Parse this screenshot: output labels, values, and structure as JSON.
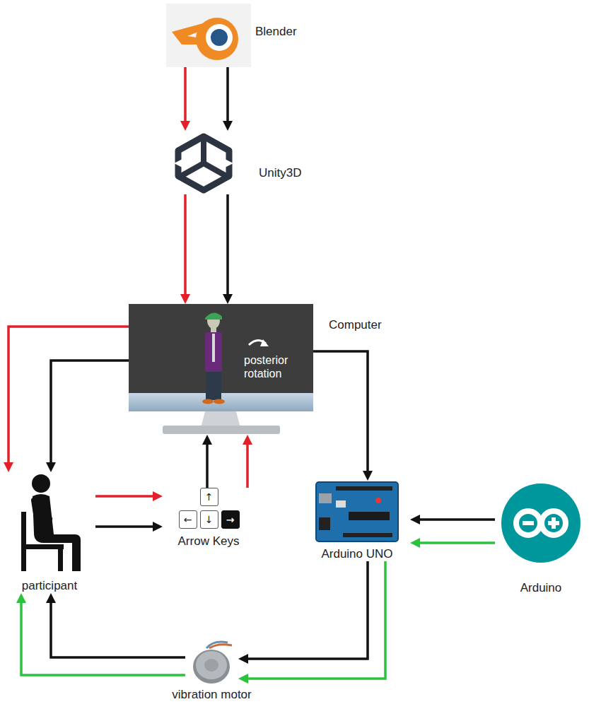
{
  "diagram": {
    "nodes": [
      {
        "text": [
          "Blender"
        ]
      },
      {
        "text": [
          "Unity3D"
        ]
      },
      {
        "text": [
          "Computer"
        ]
      },
      {
        "text": [
          "participant"
        ]
      },
      {
        "text": [
          "Arrow Keys"
        ]
      },
      {
        "text": [
          "Arduino UNO"
        ]
      },
      {
        "text": [
          "Arduino"
        ]
      },
      {
        "text": [
          "vibration motor"
        ]
      }
    ],
    "edges": [
      {
        "from": 0,
        "to": 1,
        "arrow": "to"
      },
      {
        "from": 0,
        "to": 1,
        "arrow": "to"
      },
      {
        "from": 1,
        "to": 2,
        "arrow": "to"
      },
      {
        "from": 1,
        "to": 2,
        "arrow": "to"
      },
      {
        "from": 2,
        "to": 3,
        "arrow": "to"
      },
      {
        "from": 2,
        "to": 3,
        "arrow": "to"
      },
      {
        "from": 3,
        "to": 4,
        "arrow": "to"
      },
      {
        "from": 3,
        "to": 4,
        "arrow": "to"
      },
      {
        "from": 4,
        "to": 2,
        "arrow": "to"
      },
      {
        "from": 4,
        "to": 2,
        "arrow": "to"
      },
      {
        "from": 2,
        "to": 5,
        "arrow": "to"
      },
      {
        "from": 6,
        "to": 5,
        "arrow": "to"
      },
      {
        "from": 6,
        "to": 5,
        "arrow": "to"
      },
      {
        "from": 5,
        "to": 7,
        "arrow": "to"
      },
      {
        "from": 5,
        "to": 7,
        "arrow": "to"
      },
      {
        "from": 7,
        "to": 3,
        "arrow": "to"
      },
      {
        "from": 7,
        "to": 3,
        "arrow": "to"
      }
    ],
    "labels": [
      "posterior rotation",
      "↑",
      "←",
      "↓",
      "→"
    ]
  }
}
